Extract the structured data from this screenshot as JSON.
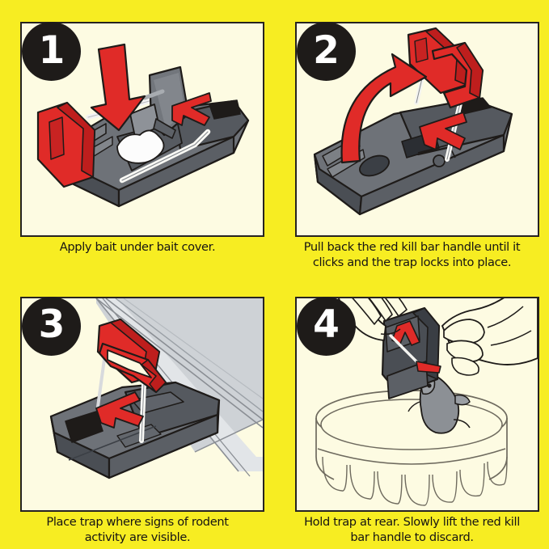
{
  "meta": {
    "kind": "instruction-sheet",
    "title": "Mouse trap usage instructions",
    "background_color": "#F7ED22",
    "panel_fill_color": "#FDFBE2",
    "panel_border_color": "#262321",
    "badge_color": "#1E1B19",
    "badge_text_color": "#FFFFFF",
    "caption_color": "#161413",
    "accent_red": "#E02B28",
    "trap_dark_gray": "#4A4E54",
    "trap_mid_gray": "#6E7278",
    "trap_light_gray": "#8F9398"
  },
  "steps": [
    {
      "number": "1",
      "caption_lines": [
        "Apply bait under bait cover."
      ],
      "scene": "trap-with-bait-and-down-arrow",
      "elements": [
        "trap-body",
        "red-bait-cover",
        "red-down-arrow",
        "white-bait-blob",
        "red-chevron-logo",
        "kill-bar"
      ]
    },
    {
      "number": "2",
      "caption_lines": [
        "Pull back the red kill bar handle until it",
        "clicks and the trap locks into place."
      ],
      "scene": "trap-with-raised-handle-and-curved-arrow",
      "elements": [
        "trap-body",
        "red-kill-bar-handle",
        "red-curved-arrow",
        "red-chevron-logo",
        "kill-bar-wire"
      ]
    },
    {
      "number": "3",
      "caption_lines": [
        "Place trap where signs of rodent",
        "activity are visible."
      ],
      "scene": "trap-placed-along-baseboard",
      "elements": [
        "trap-body",
        "red-kill-bar-handle",
        "baseboard-wall",
        "red-chevron-logo"
      ]
    },
    {
      "number": "4",
      "caption_lines": [
        "Hold trap at rear. Slowly lift the red kill",
        "bar handle to discard."
      ],
      "scene": "hands-holding-trap-over-bucket-with-mouse",
      "elements": [
        "left-hand",
        "right-hand",
        "trap-body-vertical",
        "red-chevron-logo",
        "red-kill-bar-tip",
        "mouse",
        "bucket"
      ]
    }
  ]
}
